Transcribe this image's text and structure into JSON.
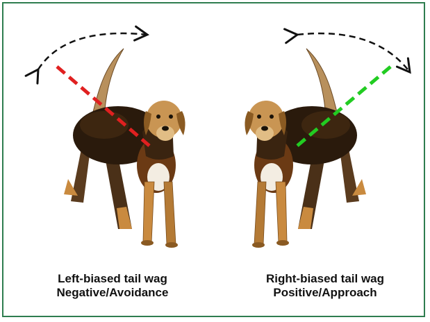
{
  "colors": {
    "frame_border": "#2e7d4f",
    "negative_line": "#e02020",
    "positive_line": "#22cc22",
    "arc": "#111111"
  },
  "left_panel": {
    "caption_line1": "Left-biased tail wag",
    "caption_line2": "Negative/Avoidance",
    "indicator_icon": "red-dashed-tail-axis",
    "arc_icon": "double-headed-arc-arrow"
  },
  "right_panel": {
    "caption_line1": "Right-biased tail wag",
    "caption_line2": "Positive/Approach",
    "indicator_icon": "green-dashed-tail-axis",
    "arc_icon": "double-headed-arc-arrow"
  }
}
